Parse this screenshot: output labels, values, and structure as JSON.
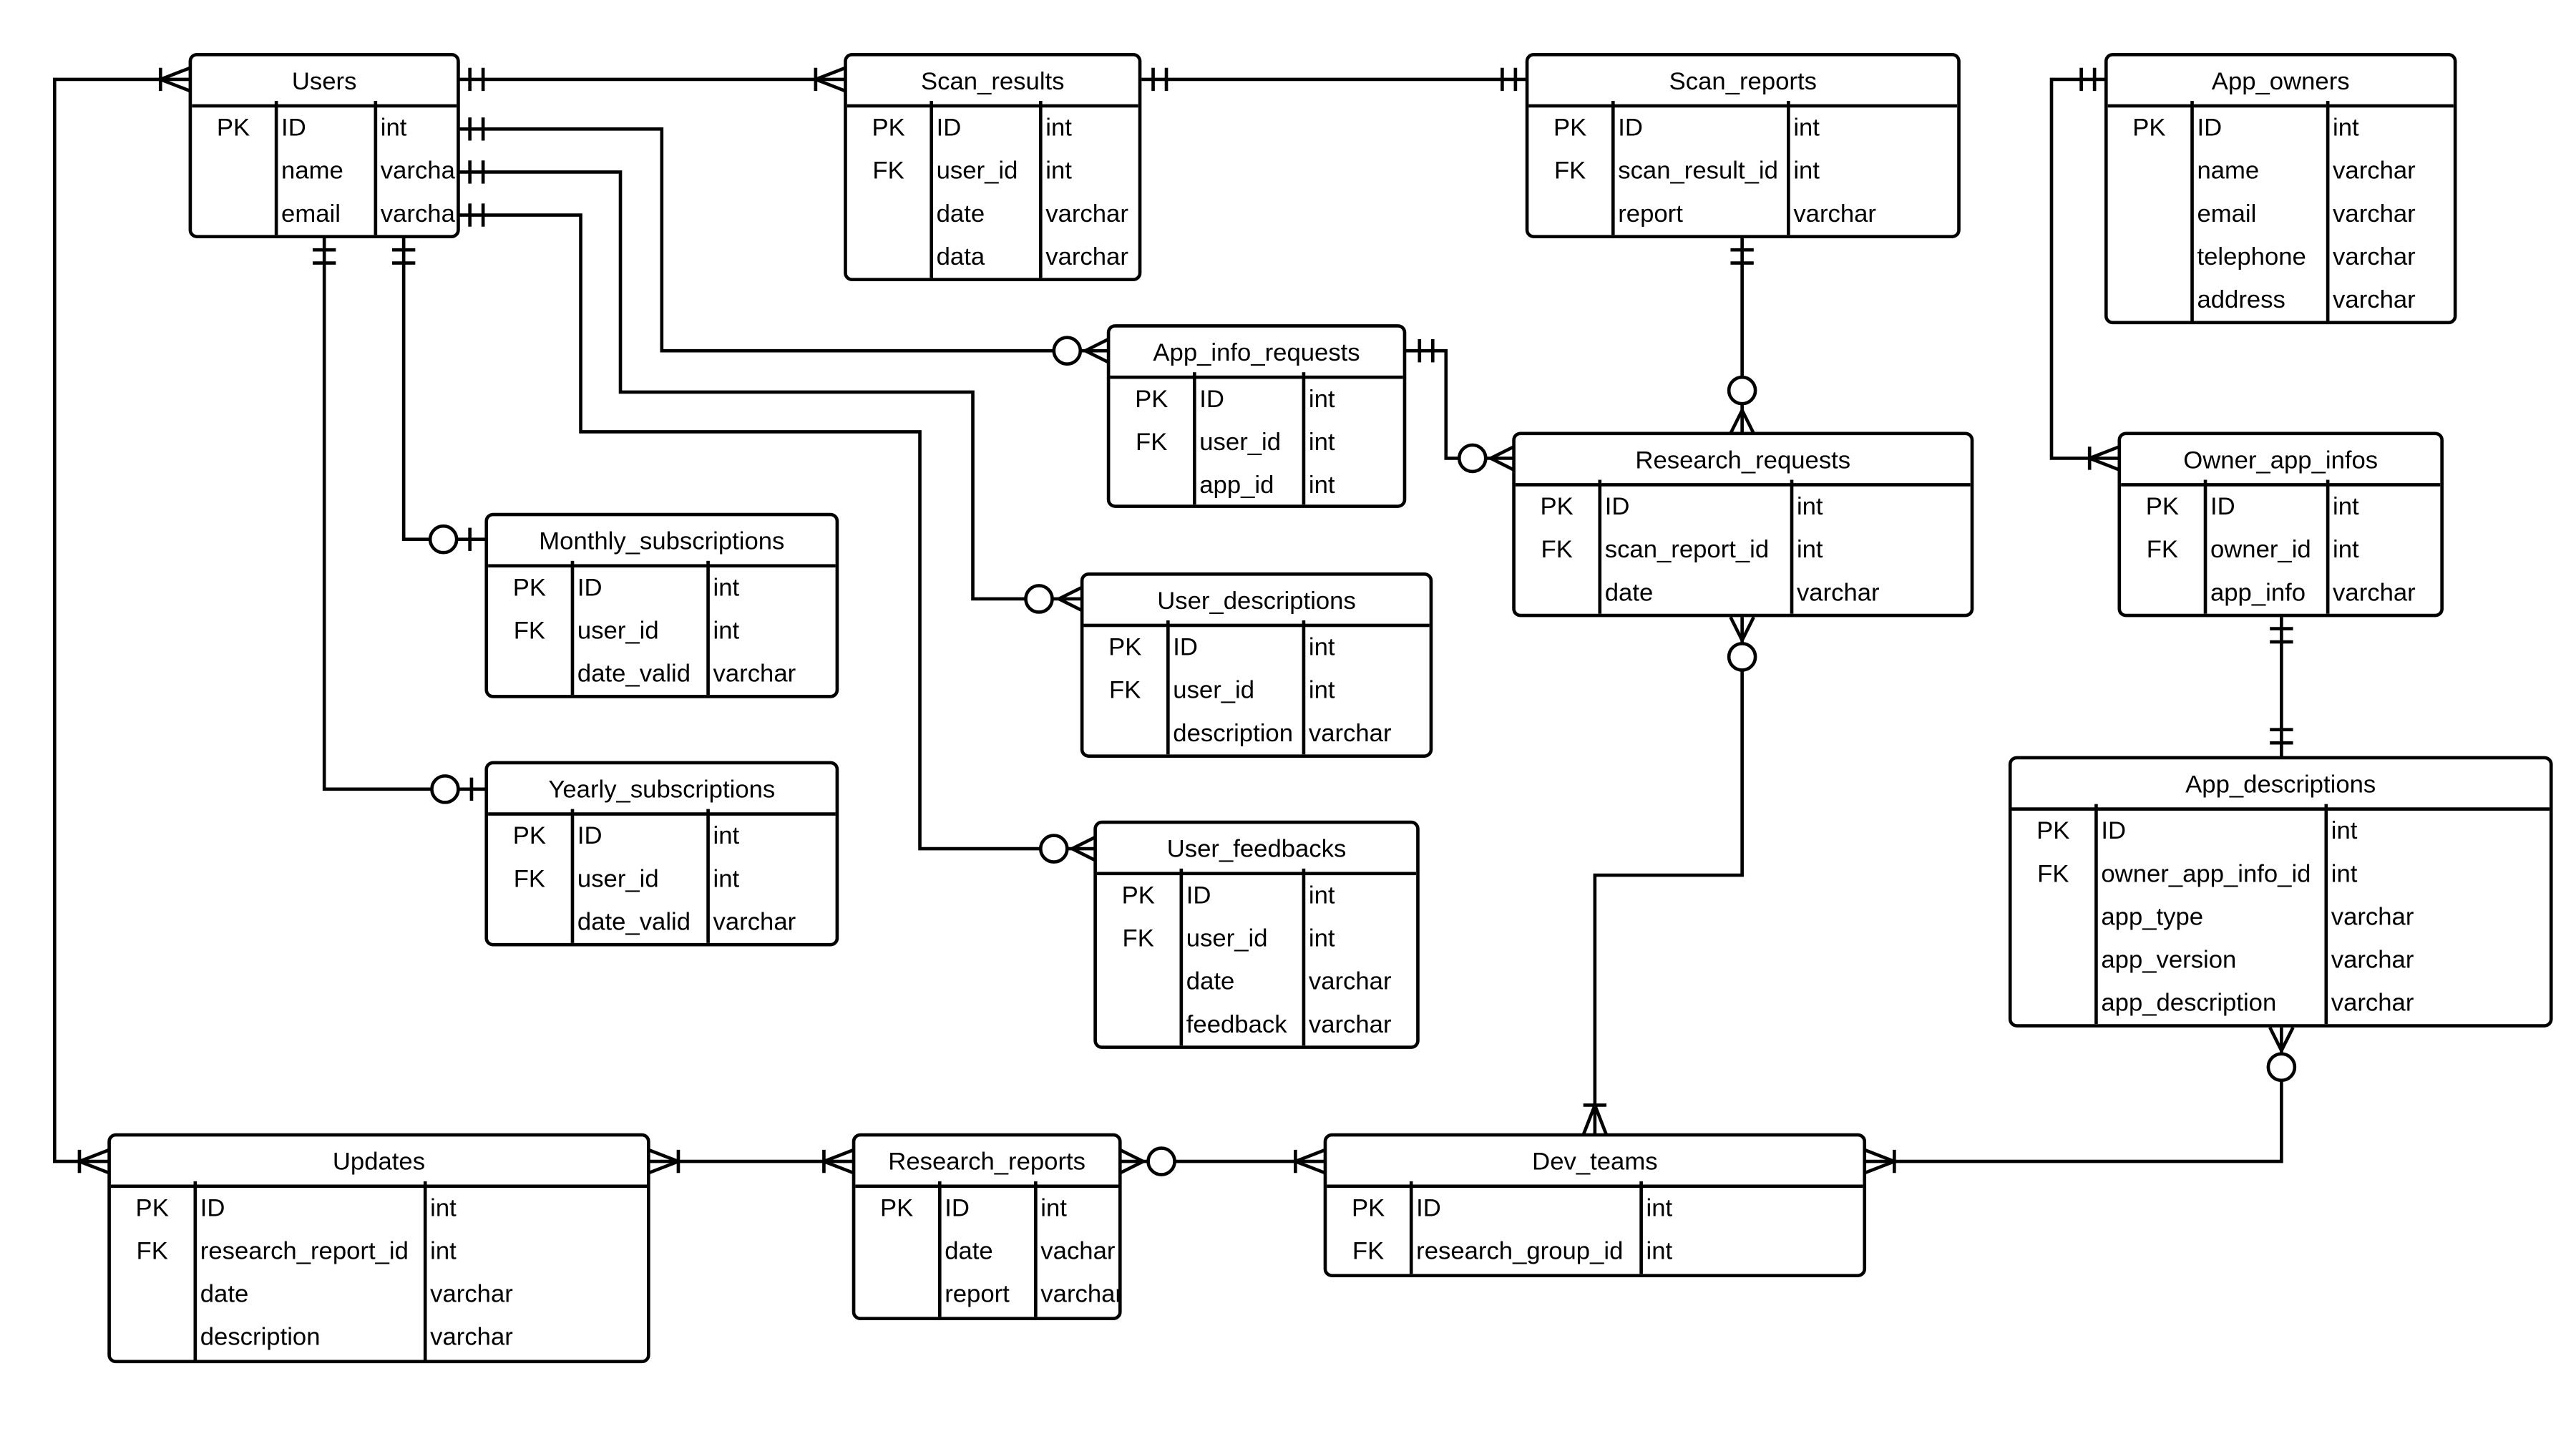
{
  "entities": [
    {
      "id": "users",
      "title": "Users",
      "rows": [
        [
          "PK",
          "ID",
          "int"
        ],
        [
          "",
          "name",
          "varchar"
        ],
        [
          "",
          "email",
          "varchar"
        ]
      ]
    },
    {
      "id": "scan_results",
      "title": "Scan_results",
      "rows": [
        [
          "PK",
          "ID",
          "int"
        ],
        [
          "FK",
          "user_id",
          "int"
        ],
        [
          "",
          "date",
          "varchar"
        ],
        [
          "",
          "data",
          "varchar"
        ]
      ]
    },
    {
      "id": "scan_reports",
      "title": "Scan_reports",
      "rows": [
        [
          "PK",
          "ID",
          "int"
        ],
        [
          "FK",
          "scan_result_id",
          "int"
        ],
        [
          "",
          "report",
          "varchar"
        ]
      ]
    },
    {
      "id": "app_owners",
      "title": "App_owners",
      "rows": [
        [
          "PK",
          "ID",
          "int"
        ],
        [
          "",
          "name",
          "varchar"
        ],
        [
          "",
          "email",
          "varchar"
        ],
        [
          "",
          "telephone",
          "varchar"
        ],
        [
          "",
          "address",
          "varchar"
        ]
      ]
    },
    {
      "id": "app_info_requests",
      "title": "App_info_requests",
      "rows": [
        [
          "PK",
          "ID",
          "int"
        ],
        [
          "FK",
          "user_id",
          "int"
        ],
        [
          "",
          "app_id",
          "int"
        ]
      ]
    },
    {
      "id": "research_requests",
      "title": "Research_requests",
      "rows": [
        [
          "PK",
          "ID",
          "int"
        ],
        [
          "FK",
          "scan_report_id",
          "int"
        ],
        [
          "",
          "date",
          "varchar"
        ]
      ]
    },
    {
      "id": "owner_app_infos",
      "title": "Owner_app_infos",
      "rows": [
        [
          "PK",
          "ID",
          "int"
        ],
        [
          "FK",
          "owner_id",
          "int"
        ],
        [
          "",
          "app_info",
          "varchar"
        ]
      ]
    },
    {
      "id": "monthly_subscriptions",
      "title": "Monthly_subscriptions",
      "rows": [
        [
          "PK",
          "ID",
          "int"
        ],
        [
          "FK",
          "user_id",
          "int"
        ],
        [
          "",
          "date_valid",
          "varchar"
        ]
      ]
    },
    {
      "id": "user_descriptions",
      "title": "User_descriptions",
      "rows": [
        [
          "PK",
          "ID",
          "int"
        ],
        [
          "FK",
          "user_id",
          "int"
        ],
        [
          "",
          "description",
          "varchar"
        ]
      ]
    },
    {
      "id": "yearly_subscriptions",
      "title": "Yearly_subscriptions",
      "rows": [
        [
          "PK",
          "ID",
          "int"
        ],
        [
          "FK",
          "user_id",
          "int"
        ],
        [
          "",
          "date_valid",
          "varchar"
        ]
      ]
    },
    {
      "id": "user_feedbacks",
      "title": "User_feedbacks",
      "rows": [
        [
          "PK",
          "ID",
          "int"
        ],
        [
          "FK",
          "user_id",
          "int"
        ],
        [
          "",
          "date",
          "varchar"
        ],
        [
          "",
          "feedback",
          "varchar"
        ]
      ]
    },
    {
      "id": "app_descriptions",
      "title": "App_descriptions",
      "rows": [
        [
          "PK",
          "ID",
          "int"
        ],
        [
          "FK",
          "owner_app_info_id",
          "int"
        ],
        [
          "",
          "app_type",
          "varchar"
        ],
        [
          "",
          "app_version",
          "varchar"
        ],
        [
          "",
          "app_description",
          "varchar"
        ]
      ]
    },
    {
      "id": "updates",
      "title": "Updates",
      "rows": [
        [
          "PK",
          "ID",
          "int"
        ],
        [
          "FK",
          "research_report_id",
          "int"
        ],
        [
          "",
          "date",
          "varchar"
        ],
        [
          "",
          "description",
          "varchar"
        ]
      ]
    },
    {
      "id": "research_reports",
      "title": "Research_reports",
      "rows": [
        [
          "PK",
          "ID",
          "int"
        ],
        [
          "",
          "date",
          "vachar"
        ],
        [
          "",
          "report",
          "varchar"
        ]
      ]
    },
    {
      "id": "dev_teams",
      "title": "Dev_teams",
      "rows": [
        [
          "PK",
          "ID",
          "int"
        ],
        [
          "FK",
          "research_group_id",
          "int"
        ]
      ]
    }
  ],
  "relationships": [
    {
      "from": "users",
      "from_end": "one-and-only-one",
      "to": "scan_results",
      "to_end": "one-or-many"
    },
    {
      "from": "scan_results",
      "from_end": "one-and-only-one",
      "to": "scan_reports",
      "to_end": "one-and-only-one"
    },
    {
      "from": "users",
      "from_end": "one-and-only-one",
      "to": "app_info_requests",
      "to_end": "zero-or-many"
    },
    {
      "from": "users",
      "from_end": "one-and-only-one",
      "to": "user_descriptions",
      "to_end": "zero-or-many"
    },
    {
      "from": "users",
      "from_end": "one-and-only-one",
      "to": "user_feedbacks",
      "to_end": "zero-or-many"
    },
    {
      "from": "users",
      "from_end": "one-and-only-one",
      "to": "monthly_subscriptions",
      "to_end": "zero-or-one"
    },
    {
      "from": "users",
      "from_end": "one-and-only-one",
      "to": "yearly_subscriptions",
      "to_end": "zero-or-one"
    },
    {
      "from": "users",
      "from_end": "one-or-many",
      "to": "updates",
      "to_end": "one-or-many"
    },
    {
      "from": "scan_reports",
      "from_end": "one-and-only-one",
      "to": "research_requests",
      "to_end": "zero-or-many"
    },
    {
      "from": "app_info_requests",
      "from_end": "one-and-only-one",
      "to": "research_requests",
      "to_end": "zero-or-many"
    },
    {
      "from": "research_requests",
      "from_end": "zero-or-many",
      "to": "dev_teams",
      "to_end": "one-or-many"
    },
    {
      "from": "app_owners",
      "from_end": "one-and-only-one",
      "to": "owner_app_infos",
      "to_end": "one-or-many"
    },
    {
      "from": "owner_app_infos",
      "from_end": "one-and-only-one",
      "to": "app_descriptions",
      "to_end": "one-and-only-one"
    },
    {
      "from": "app_descriptions",
      "from_end": "zero-or-many",
      "to": "dev_teams",
      "to_end": "one-or-many"
    },
    {
      "from": "updates",
      "from_end": "one-or-many",
      "to": "research_reports",
      "to_end": "one-or-many"
    },
    {
      "from": "research_reports",
      "from_end": "zero-or-many",
      "to": "dev_teams",
      "to_end": "one-or-many"
    }
  ]
}
